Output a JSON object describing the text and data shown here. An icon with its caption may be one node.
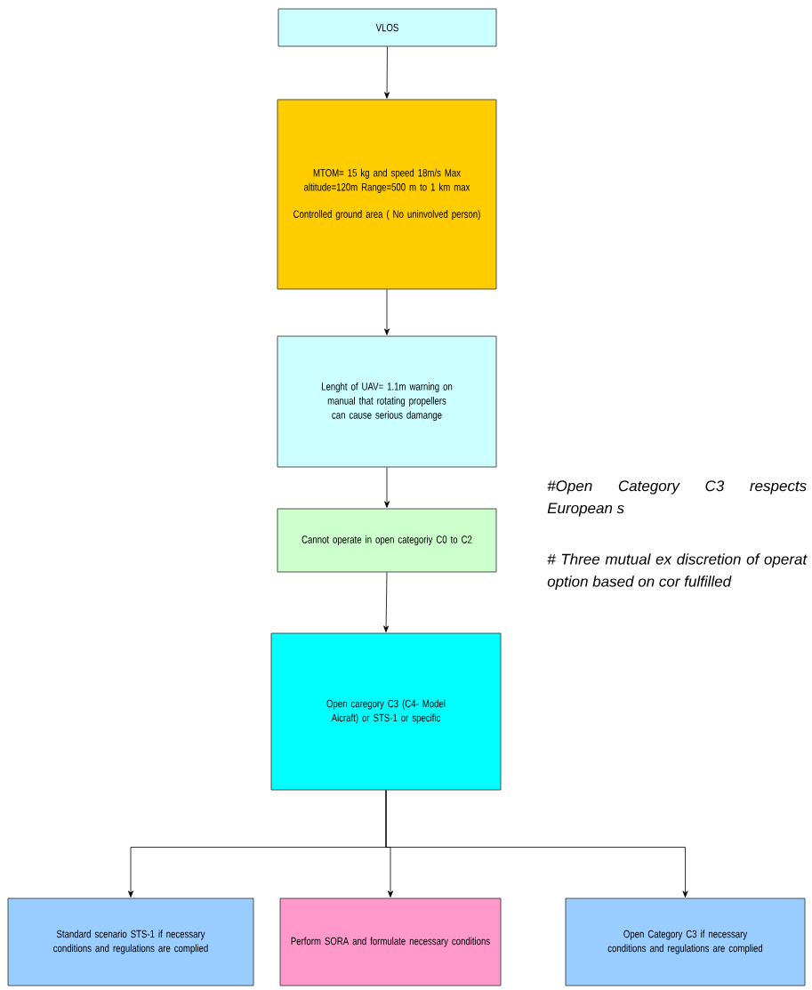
{
  "diagram": {
    "nodes": [
      {
        "text": [
          "VLOS"
        ]
      },
      {
        "text": [
          "MTOM= 15 kg and speed 18m/s Max altitude=120m Range=500 m to 1 km max",
          "Controlled ground area ( No uninvolved person)"
        ]
      },
      {
        "text": [
          "Lenght of UAV= 1.1m warning on manual that rotating propellers can cause serious damange"
        ]
      },
      {
        "text": [
          "Cannot operate in open categoriy C0 to C2"
        ]
      },
      {
        "text": [
          "Open caregory C3 (C4- Model Aicraft) or STS-1 or specific"
        ]
      },
      {
        "text": [
          "Standard scenario STS-1 if necessary conditions and regulations are complied"
        ]
      },
      {
        "text": [
          "Perform SORA and formulate necessary conditions"
        ]
      },
      {
        "text": [
          "Open Category C3 if necessary conditions and regulations are complied"
        ]
      }
    ],
    "edges": [
      {
        "from": 0,
        "to": 1,
        "arrow": "to"
      },
      {
        "from": 1,
        "to": 2,
        "arrow": "to"
      },
      {
        "from": 2,
        "to": 3,
        "arrow": "to"
      },
      {
        "from": 3,
        "to": 4,
        "arrow": "to"
      },
      {
        "from": 4,
        "to": 5,
        "arrow": "to"
      },
      {
        "from": 4,
        "to": 6,
        "arrow": "to"
      },
      {
        "from": 4,
        "to": 7,
        "arrow": "to"
      }
    ],
    "labels": [
      "# Three mutual ex discretion of operat option based on cor fulfilled",
      "#Open Category C3 respects European s"
    ]
  }
}
